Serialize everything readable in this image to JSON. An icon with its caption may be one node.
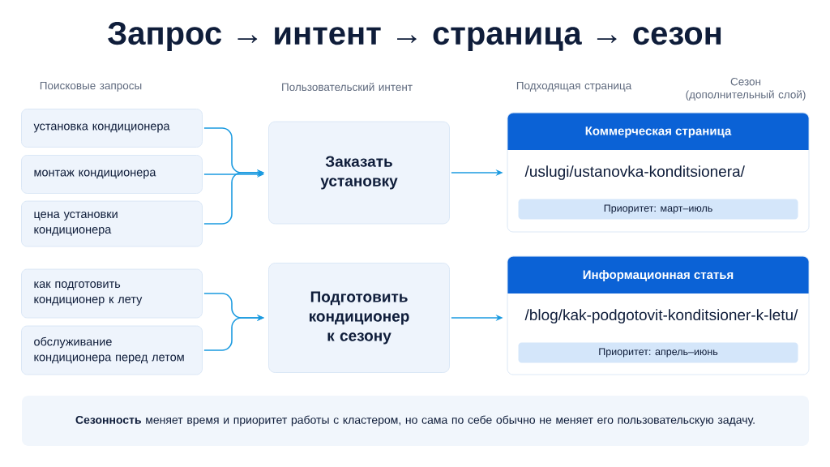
{
  "diagram": {
    "title": "Запрос → интент → страница → сезон",
    "nodes": [
      {
        "text": [
          "установка кондиционера"
        ]
      },
      {
        "text": [
          "монтаж кондиционера"
        ]
      },
      {
        "text": [
          "цена установки кондиционера"
        ]
      },
      {
        "text": [
          "Заказать установку"
        ]
      },
      {
        "text": [
          "Коммерческая страница",
          "/uslugi/ustanovka-konditsionera/"
        ]
      },
      {
        "text": [
          "Приоритет: март–июль"
        ],
        "in": 4
      },
      {
        "text": [
          "как подготовить кондиционер к лету"
        ]
      },
      {
        "text": [
          "обслуживание кондиционера перед летом"
        ]
      },
      {
        "text": [
          "Подготовить кондиционер к сезону"
        ]
      },
      {
        "text": [
          "Информационная статья",
          "/blog/kak-podgotovit-konditsioner-k-letu/"
        ]
      },
      {
        "text": [
          "Приоритет: апрель–июнь"
        ],
        "in": 9
      },
      {
        "text": [
          "**Сезонность** меняет время и приоритет работы с кластером, но сама по себе обычно не меняет его пользовательскую задачу."
        ]
      }
    ],
    "edges": [
      {
        "from": 0,
        "to": 3,
        "arrow": "to"
      },
      {
        "from": 1,
        "to": 3,
        "arrow": "to"
      },
      {
        "from": 2,
        "to": 3,
        "arrow": "to"
      },
      {
        "from": 3,
        "to": 4,
        "arrow": "to"
      },
      {
        "from": 6,
        "to": 8,
        "arrow": "to"
      },
      {
        "from": 7,
        "to": 8,
        "arrow": "to"
      },
      {
        "from": 8,
        "to": 9,
        "arrow": "to"
      }
    ],
    "labels": [
      "Поисковые запросы",
      "Пользовательский интент",
      "Подходящая страница",
      "Сезон (дополнительный слой)"
    ]
  }
}
